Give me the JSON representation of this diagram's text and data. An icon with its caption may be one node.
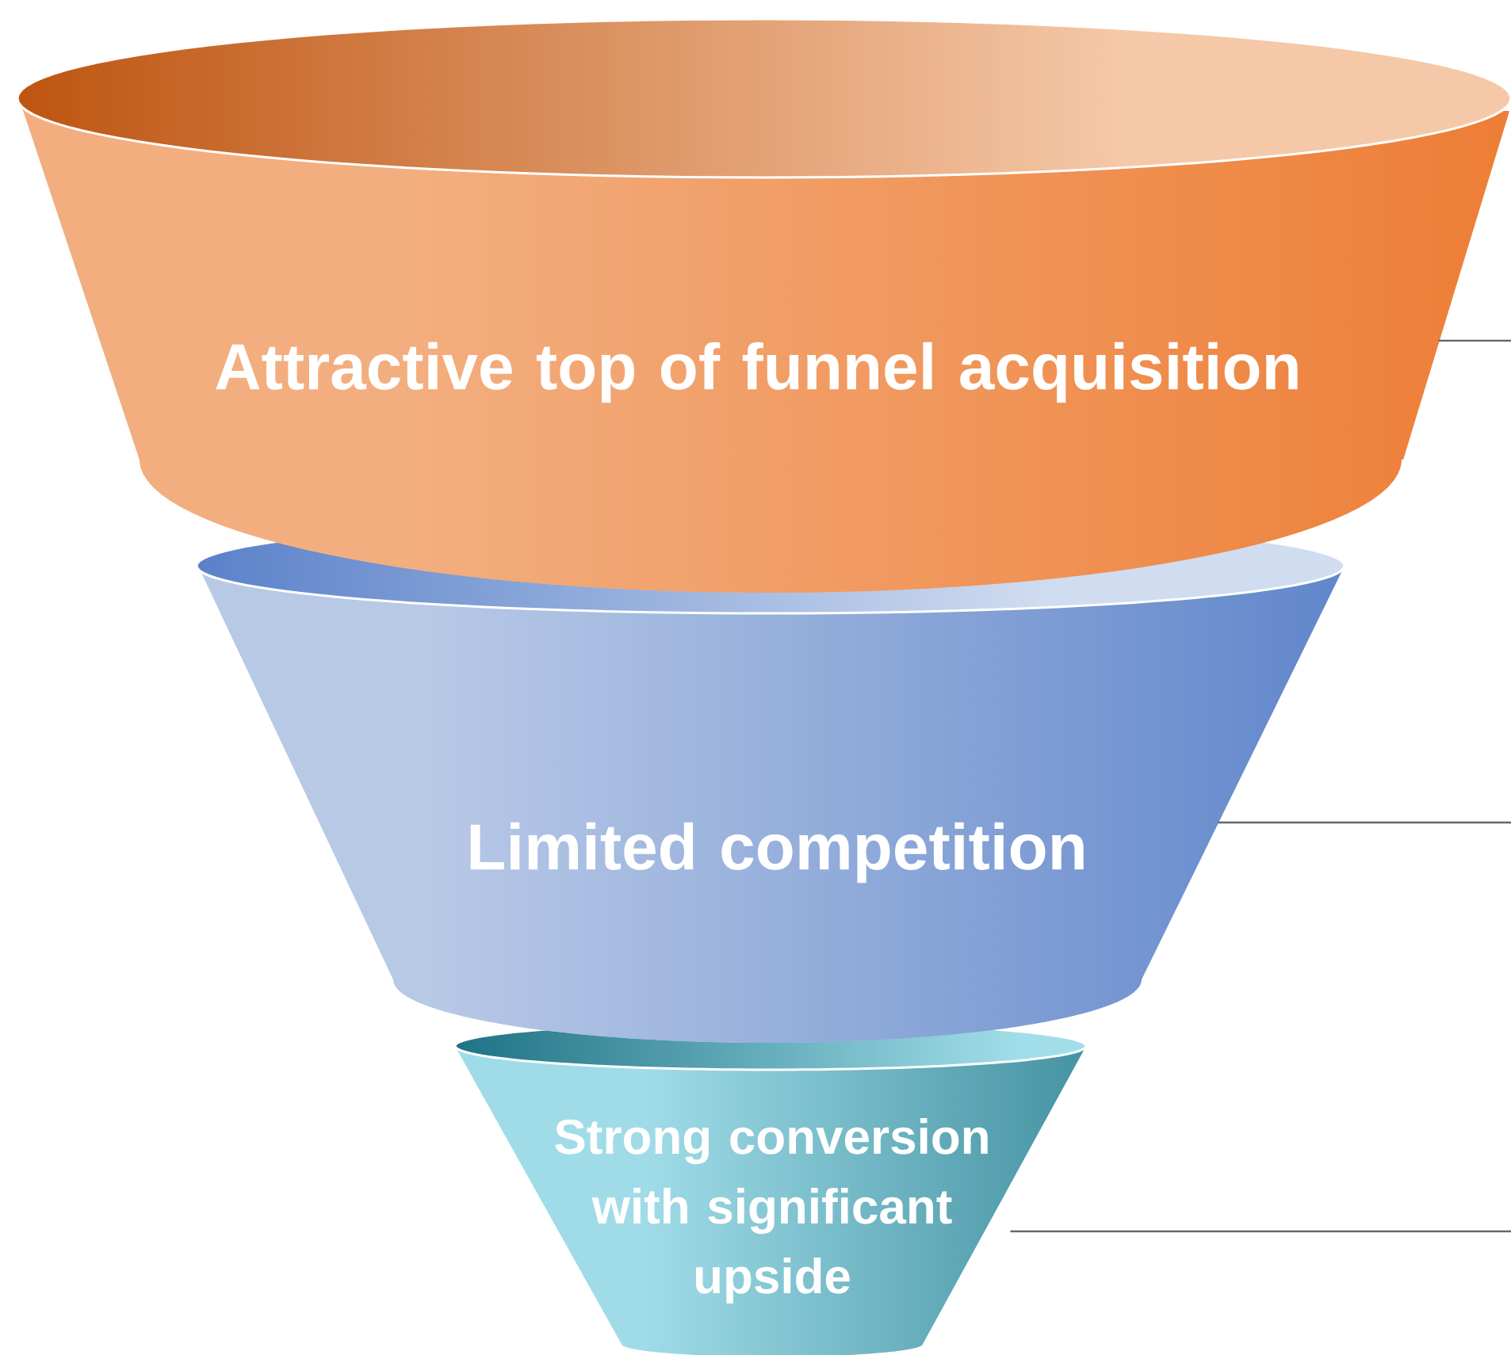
{
  "diagram": {
    "nodes": [
      {
        "text": [
          "Attractive top of funnel acquisition"
        ]
      },
      {
        "text": [
          "Limited competition"
        ]
      },
      {
        "text": [
          "Strong conversion with significant upside"
        ]
      }
    ],
    "edges": [
      {
        "from": 0,
        "to": null,
        "arrow": "none"
      },
      {
        "from": 1,
        "to": null,
        "arrow": "none"
      },
      {
        "from": 2,
        "to": null,
        "arrow": "none"
      }
    ]
  }
}
